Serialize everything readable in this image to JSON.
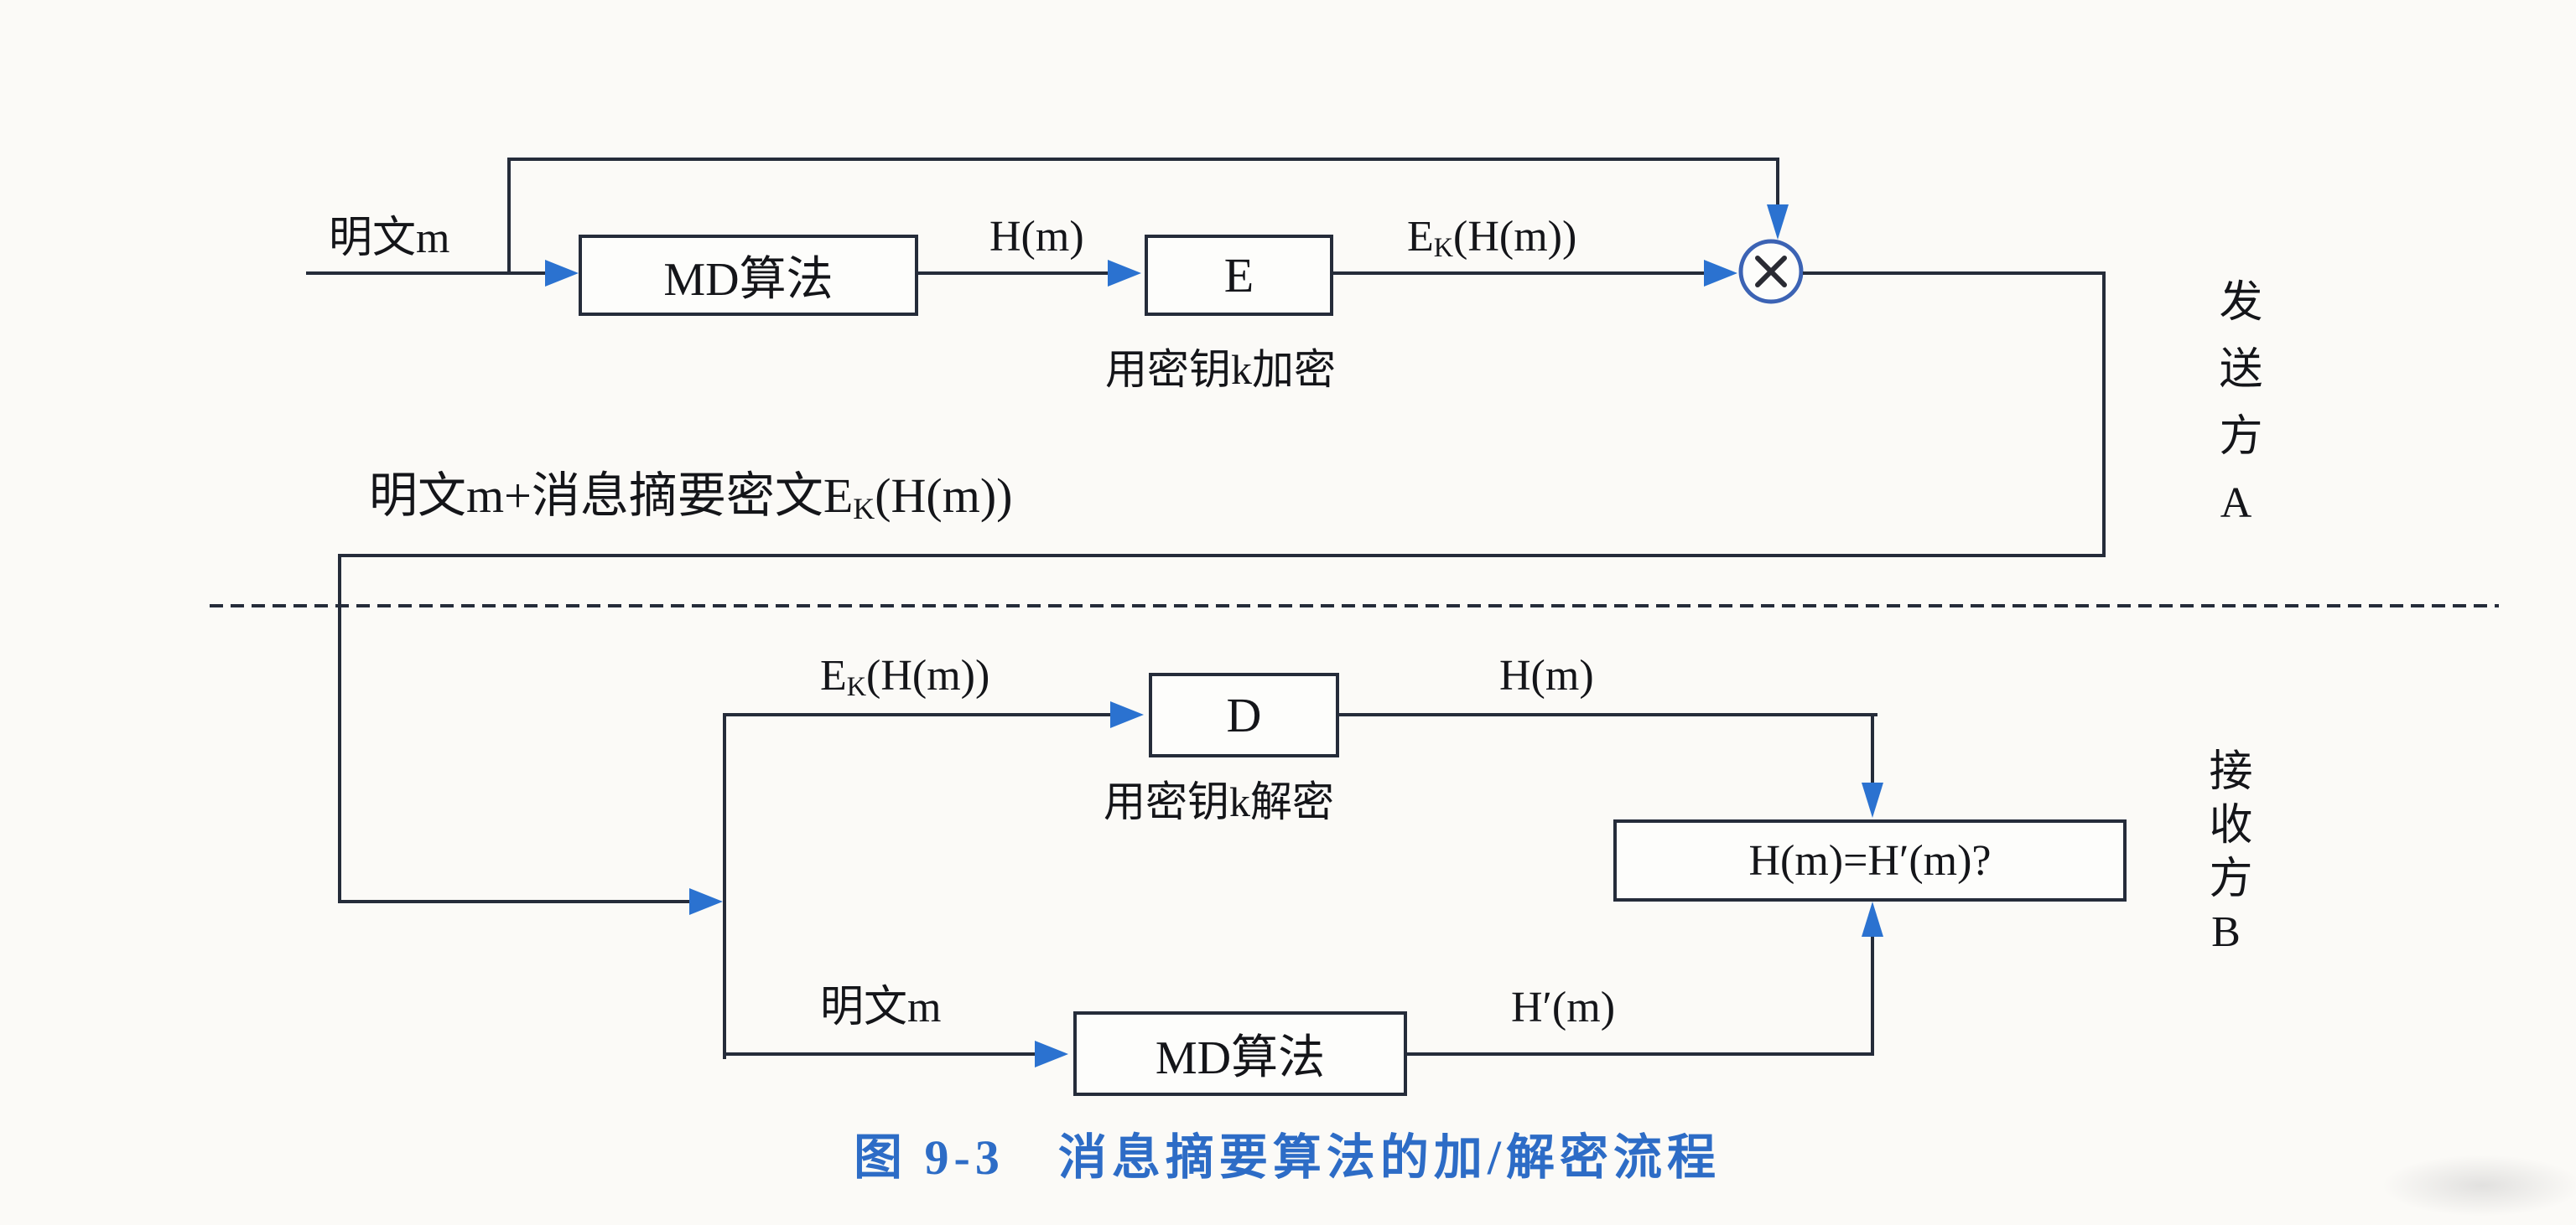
{
  "colors": {
    "line": "#252c3a",
    "arrow": "#2b72d0",
    "node_ring": "#3c63b4",
    "caption": "#2d6cc6",
    "text": "#141519",
    "paper": "#fbfaf7"
  },
  "caption": {
    "text": "图 9-3　消息摘要算法的加/解密流程"
  },
  "parties": {
    "sender": "发送方A",
    "receiver": "接收方B"
  },
  "sender": {
    "plaintext": "明文m",
    "md_box": "MD算法",
    "digest": "H(m)",
    "encrypt_box": "E",
    "encrypt_note": "用密钥k加密",
    "cipher": {
      "base": "E",
      "sub": "K",
      "rest": "(H(m))"
    }
  },
  "transfer": {
    "payload": {
      "pre": "明文m+消息摘要密文E",
      "sub": "K",
      "rest": "(H(m))"
    }
  },
  "receiver": {
    "cipher": {
      "base": "E",
      "sub": "K",
      "rest": "(H(m))"
    },
    "decrypt_box": "D",
    "decrypt_note": "用密钥k解密",
    "digest": "H(m)",
    "plaintext": "明文m",
    "md_box": "MD算法",
    "digest_prime": "H′(m)",
    "compare": "H(m)=H′(m)?"
  }
}
